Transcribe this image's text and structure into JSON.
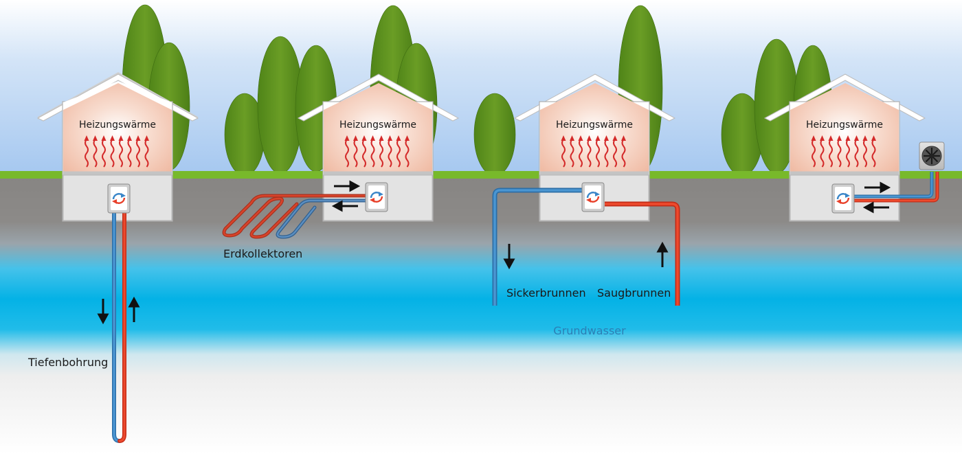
{
  "houses": [
    {
      "heat_label": "Heizungswärme"
    },
    {
      "heat_label": "Heizungswärme"
    },
    {
      "heat_label": "Heizungswärme"
    },
    {
      "heat_label": "Heizungswärme"
    }
  ],
  "labels": {
    "tiefenbohrung": "Tiefenbohrung",
    "erdkollektoren": "Erdkollektoren",
    "sickerbrunnen": "Sickerbrunnen",
    "saugbrunnen": "Saugbrunnen",
    "grundwasser": "Grundwasser"
  },
  "colors": {
    "supply_hot": "#e8402a",
    "return_cold": "#3a86c8",
    "tree": "#5a8f1f",
    "grass": "#77b82a",
    "soil": "#8a8886",
    "groundwater": "#05b2e6",
    "groundwater_label": "#2b7fb5"
  }
}
